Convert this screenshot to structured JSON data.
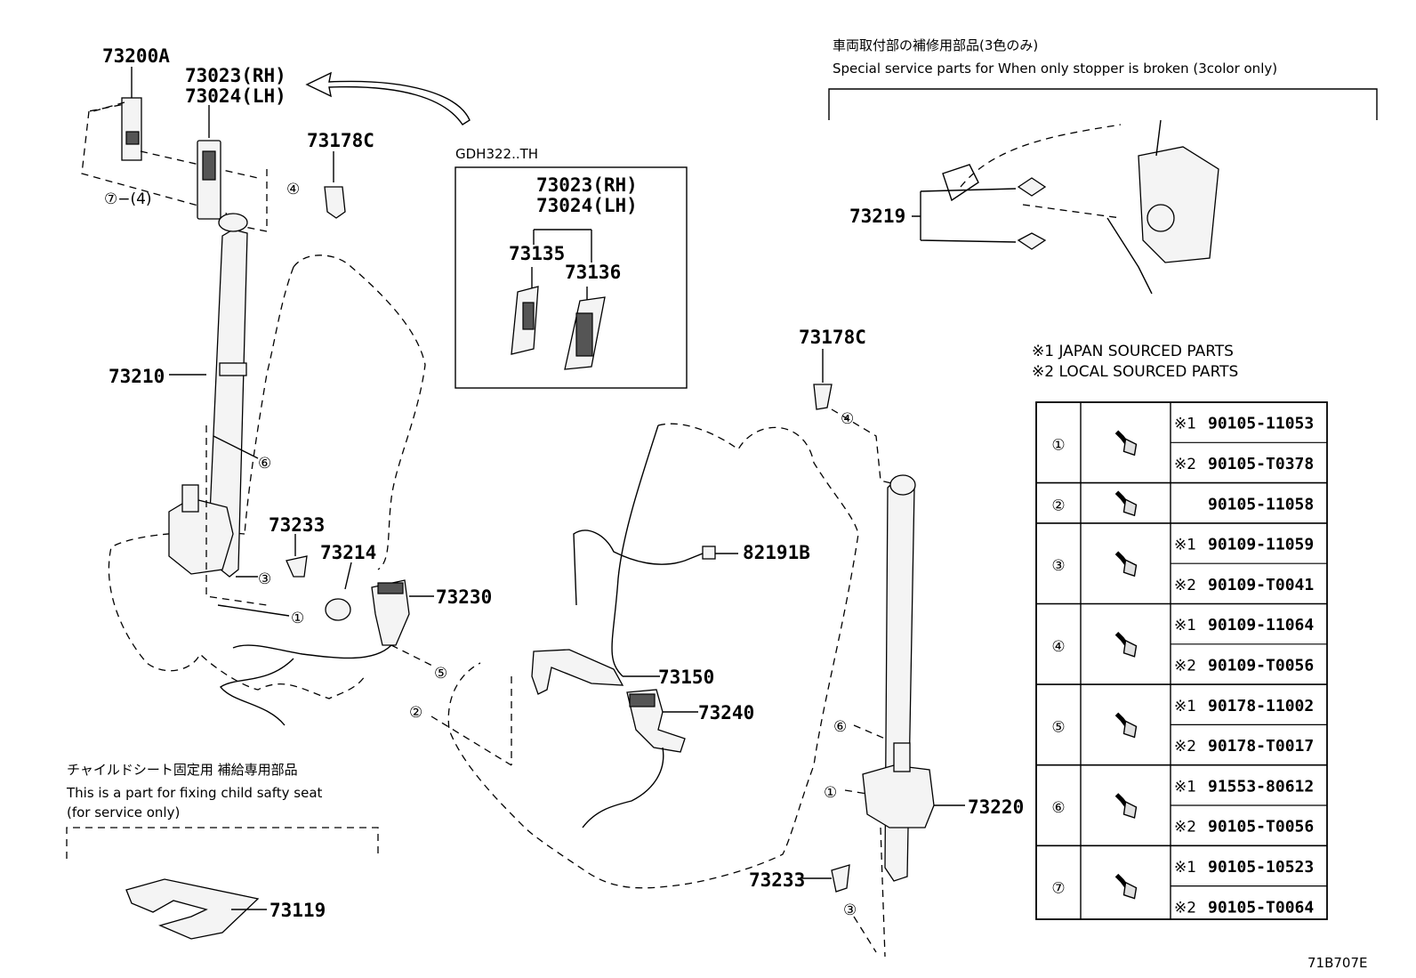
{
  "labels": {
    "p73200A": "73200A",
    "p73023_rh": "73023(RH)",
    "p73024_lh": "73024(LH)",
    "p73178C_a": "73178C",
    "gdh_title": "GDH322..TH",
    "inset_rh": "73023(RH)",
    "inset_lh": "73024(LH)",
    "p73135": "73135",
    "p73136": "73136",
    "callout7": "⑦−(4)",
    "p73210": "73210",
    "p73233_a": "73233",
    "p73214": "73214",
    "p73230": "73230",
    "p73178C_b": "73178C",
    "p82191B": "82191B",
    "p73150": "73150",
    "p73240": "73240",
    "p73220": "73220",
    "p73233_b": "73233",
    "p73119": "73119",
    "p73219": "73219",
    "diagram_id": "71B707E"
  },
  "notes": {
    "service_jp": "車両取付部の補修用部品(3色のみ)",
    "service_en": "Special service parts for When only stopper is broken (3color only)",
    "child_jp": "チャイルドシート固定用 補給専用部品",
    "child_en1": "This is a part for fixing child safty seat",
    "child_en2": "(for service only)",
    "legend1": "※1  JAPAN SOURCED PARTS",
    "legend2": "※2  LOCAL SOURCED PARTS"
  },
  "callouts": {
    "c1": "①",
    "c2": "②",
    "c3": "③",
    "c4": "④",
    "c5": "⑤",
    "c6": "⑥",
    "c7": "⑦"
  },
  "fastener_table": {
    "rows": [
      {
        "ref": "①",
        "entries": [
          {
            "src": "※1",
            "pn": "90105-11053"
          },
          {
            "src": "※2",
            "pn": "90105-T0378"
          }
        ]
      },
      {
        "ref": "②",
        "entries": [
          {
            "src": "",
            "pn": "90105-11058"
          }
        ]
      },
      {
        "ref": "③",
        "entries": [
          {
            "src": "※1",
            "pn": "90109-11059"
          },
          {
            "src": "※2",
            "pn": "90109-T0041"
          }
        ]
      },
      {
        "ref": "④",
        "entries": [
          {
            "src": "※1",
            "pn": "90109-11064"
          },
          {
            "src": "※2",
            "pn": "90109-T0056"
          }
        ]
      },
      {
        "ref": "⑤",
        "entries": [
          {
            "src": "※1",
            "pn": "90178-11002"
          },
          {
            "src": "※2",
            "pn": "90178-T0017"
          }
        ]
      },
      {
        "ref": "⑥",
        "entries": [
          {
            "src": "※1",
            "pn": "91553-80612"
          },
          {
            "src": "※2",
            "pn": "90105-T0056"
          }
        ]
      },
      {
        "ref": "⑦",
        "entries": [
          {
            "src": "※1",
            "pn": "90105-10523"
          },
          {
            "src": "※2",
            "pn": "90105-T0064"
          }
        ]
      }
    ]
  }
}
